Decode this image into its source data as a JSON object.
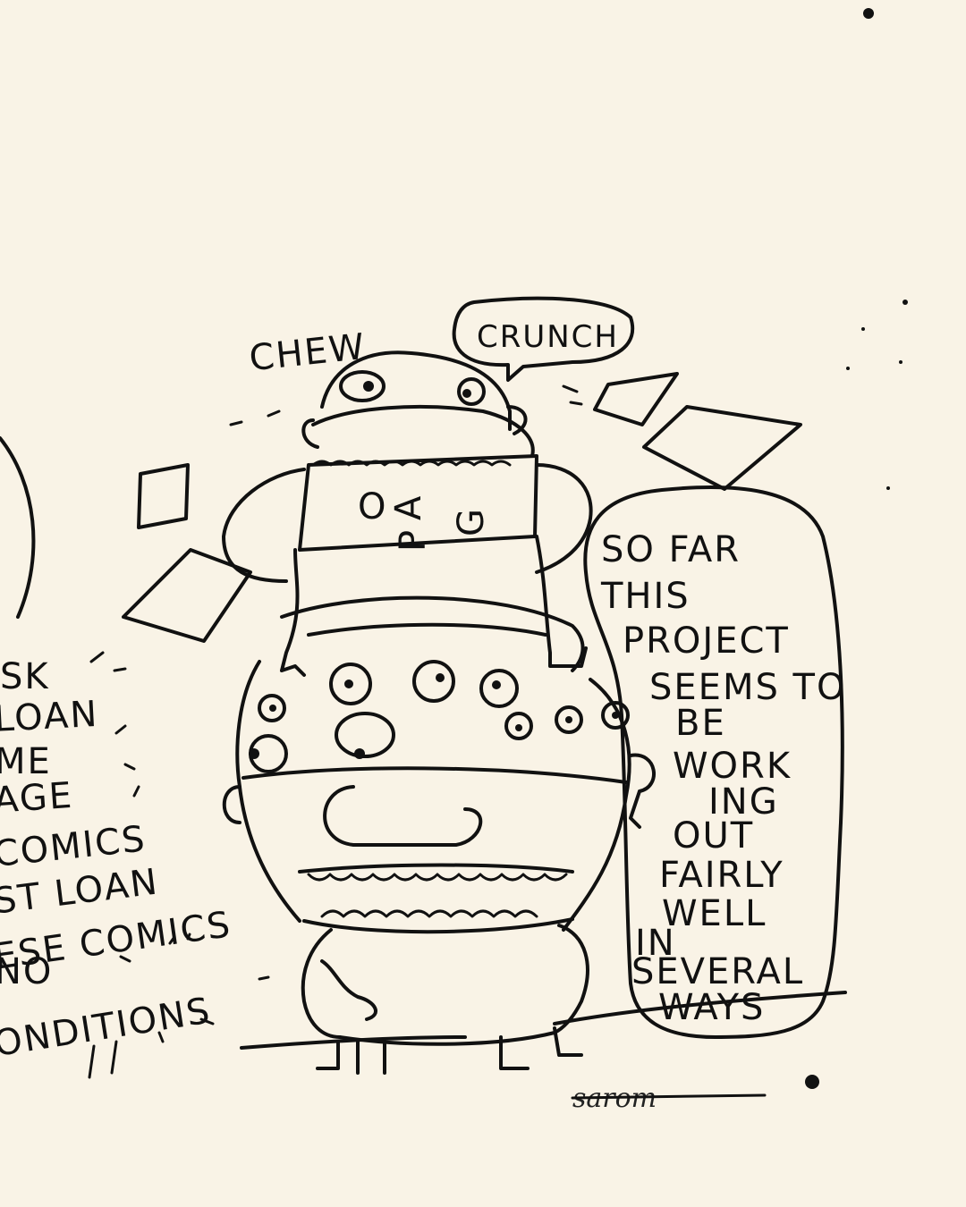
{
  "colors": {
    "paper": "#f9f3e6",
    "ink": "#111111"
  },
  "sfx": {
    "chew": "CHEW",
    "crunch": "CRUNCH"
  },
  "speech": {
    "lines": [
      "SO FAR",
      "THIS",
      "PROJECT",
      "SEEMS TO",
      "BE",
      "WORK",
      "ING",
      "OUT",
      "FAIRLY",
      "WELL",
      "IN",
      "SEVERAL",
      "WAYS"
    ]
  },
  "left_text": {
    "lines": [
      "SK",
      "LOAN",
      "ME",
      "AGE",
      "COMICS",
      "ST LOAN",
      "ESE COMICS",
      "NO",
      "ONDITIONS"
    ]
  },
  "mouth_letters": {
    "p": "P",
    "a": "A",
    "g": "G",
    "o": "O"
  },
  "signature": {
    "text": "sarom"
  }
}
